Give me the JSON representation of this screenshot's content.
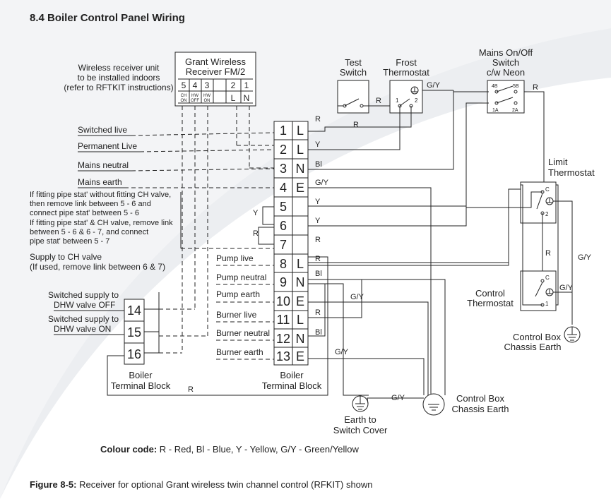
{
  "section_title": "8.4 Boiler Control Panel Wiring",
  "receiver": {
    "title_line1": "Grant Wireless",
    "title_line2": "Receiver FM/2",
    "top_numbers": [
      "5",
      "4",
      "3",
      "2",
      "1"
    ],
    "channel_labels": [
      [
        "CH",
        "ON"
      ],
      [
        "HW",
        "OFF"
      ],
      [
        "HW",
        "ON"
      ]
    ],
    "lower_labels": [
      "L",
      "N"
    ],
    "install_note": [
      "Wireless receiver unit",
      "to be installed indoors",
      "(refer to RFTKIT instructions)"
    ]
  },
  "test_switch": [
    "Test",
    "Switch"
  ],
  "frost_thermostat": [
    "Frost",
    "Thermostat"
  ],
  "mains_switch": [
    "Mains On/Off",
    "Switch",
    "c/w Neon"
  ],
  "mains_switch_contacts": [
    "4B",
    "5B",
    "1A",
    "2A"
  ],
  "limit_thermostat": [
    "Limit",
    "Thermostat"
  ],
  "control_thermostat": [
    "Control",
    "Thermostat"
  ],
  "thermostat_contacts": [
    "C",
    "2",
    "1"
  ],
  "control_box_earth_right": [
    "Control Box",
    "Chassis Earth"
  ],
  "control_box_earth_bottom": [
    "Control Box",
    "Chassis Earth"
  ],
  "switch_cover_earth": [
    "Earth to",
    "Switch Cover"
  ],
  "main_terminal": {
    "caption": [
      "Boiler",
      "Terminal Block"
    ],
    "rows": [
      {
        "num": "1",
        "letter": "L",
        "label": "Switched live"
      },
      {
        "num": "2",
        "letter": "L",
        "label": "Permanent Live"
      },
      {
        "num": "3",
        "letter": "N",
        "label": "Mains neutral"
      },
      {
        "num": "4",
        "letter": "E",
        "label": "Mains earth"
      },
      {
        "num": "5",
        "letter": "",
        "label": ""
      },
      {
        "num": "6",
        "letter": "",
        "label": ""
      },
      {
        "num": "7",
        "letter": "",
        "label": ""
      },
      {
        "num": "8",
        "letter": "L",
        "label": "Pump live"
      },
      {
        "num": "9",
        "letter": "N",
        "label": "Pump neutral"
      },
      {
        "num": "10",
        "letter": "E",
        "label": "Pump earth"
      },
      {
        "num": "11",
        "letter": "L",
        "label": "Burner live"
      },
      {
        "num": "12",
        "letter": "N",
        "label": "Burner neutral"
      },
      {
        "num": "13",
        "letter": "E",
        "label": "Burner earth"
      }
    ]
  },
  "aux_terminal": {
    "caption": [
      "Boiler",
      "Terminal Block"
    ],
    "rows": [
      {
        "num": "14",
        "label": [
          "Switched supply to",
          "DHW valve OFF"
        ]
      },
      {
        "num": "15",
        "label": [
          "Switched supply to",
          "DHW valve ON"
        ]
      },
      {
        "num": "16",
        "label": []
      }
    ]
  },
  "pipe_stat_note": [
    "If fitting pipe stat' without fitting CH valve,",
    "then remove link between 5 - 6 and",
    "connect pipe stat' between 5 - 6",
    "If fitting pipe stat' & CH valve, remove link",
    "between 5 - 6 & 6 - 7, and connect",
    "pipe stat' between 5 - 7"
  ],
  "ch_valve_note": [
    "Supply to CH valve",
    "(If used, remove link between 6 & 7)"
  ],
  "link_labels": [
    "Y",
    "R"
  ],
  "wire_labels": {
    "t1": "R",
    "t1_upper": "R",
    "t2": "Y",
    "t3": "Bl",
    "t4": "G/Y",
    "t5": "Y",
    "t6": "Y",
    "t7": "R",
    "t8": "R",
    "t9": "Bl",
    "t10": "G/Y",
    "t11": "R",
    "t12": "Bl",
    "t13": "G/Y",
    "frost_gy": "G/Y",
    "switch_r": "R",
    "test_r": "R",
    "limit_r": "R",
    "limit_gy": "G/Y",
    "control_gy": "G/Y",
    "bottom_r": "R",
    "earth_gy": "G/Y"
  },
  "colour_code": {
    "label": "Colour code:",
    "text": " R - Red, Bl - Blue, Y - Yellow, G/Y - Green/Yellow"
  },
  "figure_caption": {
    "label": "Figure 8-5:",
    "text": " Receiver for optional Grant wireless twin channel control (RFKIT) shown"
  }
}
